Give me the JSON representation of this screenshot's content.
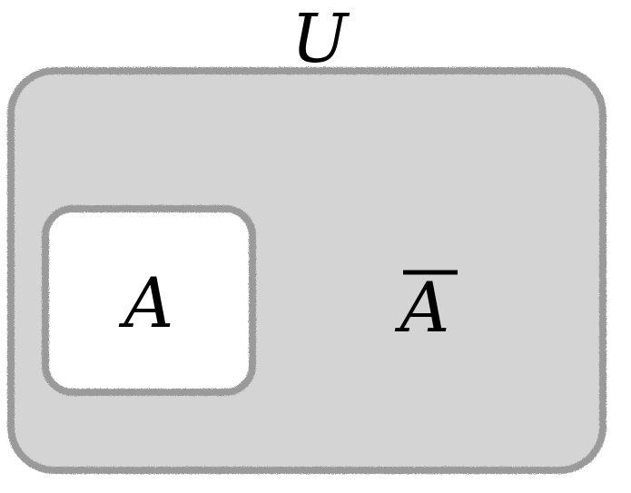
{
  "diagram": {
    "universal_set": {
      "label": "U",
      "fill": "#d4d4d4",
      "border": "#9a9a9a"
    },
    "subset": {
      "label": "A",
      "fill": "#ffffff",
      "border": "#9a9a9a"
    },
    "complement": {
      "label": "A",
      "overline": true
    }
  }
}
